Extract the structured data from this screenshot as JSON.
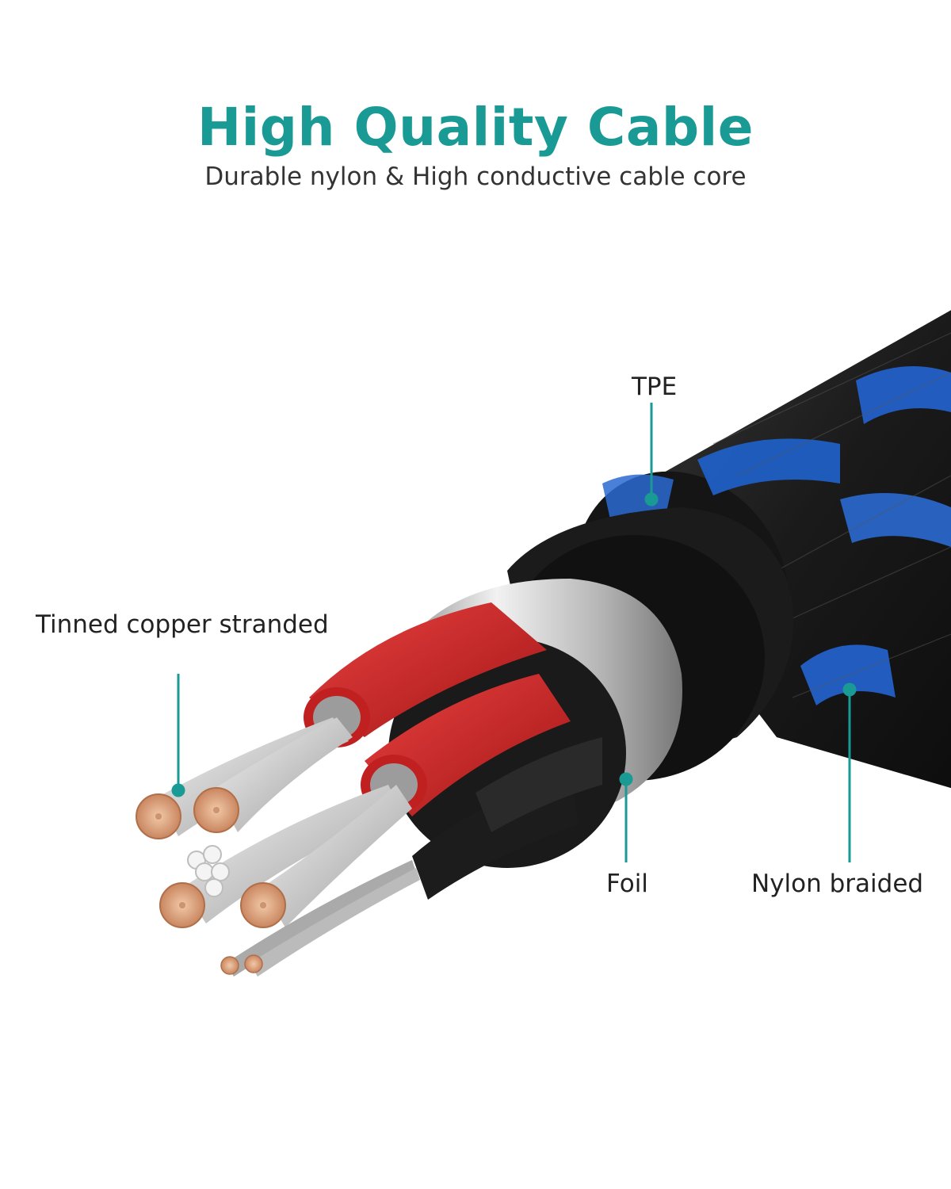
{
  "header": {
    "title": "High Quality Cable",
    "subtitle": "Durable nylon & High conductive cable core"
  },
  "callouts": {
    "tpe": "TPE",
    "tinned_copper": "Tinned copper stranded",
    "foil": "Foil",
    "nylon": "Nylon braided"
  },
  "colors": {
    "accent": "#1a9a95",
    "jacket": "#1c1c1c",
    "braid_blue": "#1f5fc4",
    "red_insulation": "#d62a2a",
    "foil": "#c9c9c9",
    "copper": "#d89a72"
  }
}
